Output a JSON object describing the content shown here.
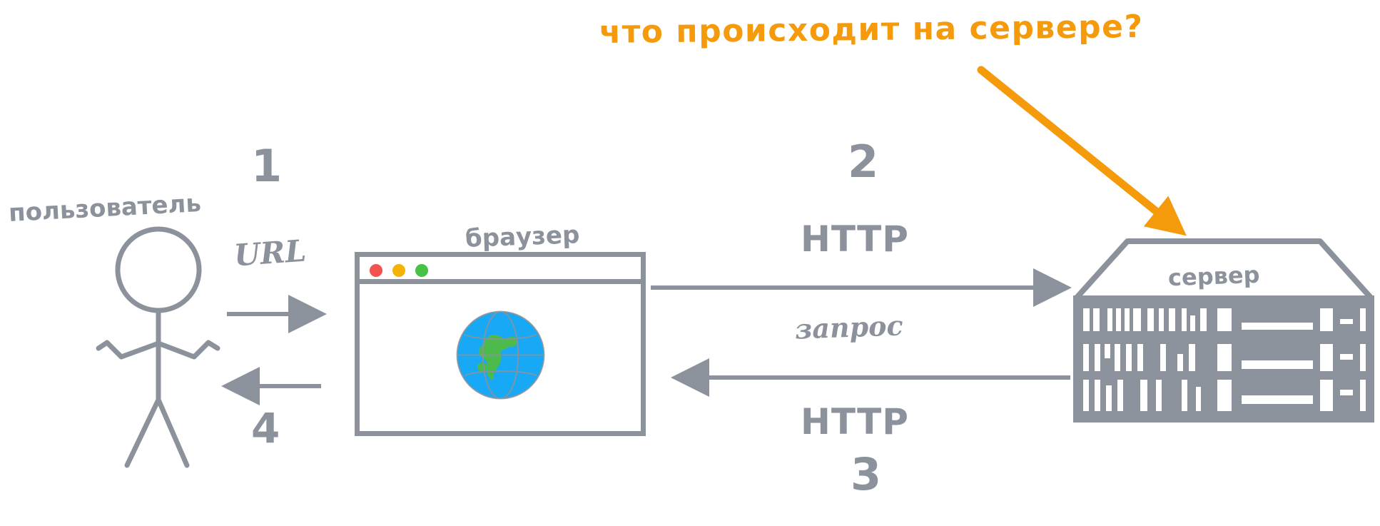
{
  "title": {
    "text": "что происходит на сервере?",
    "color": "#f59a0b"
  },
  "actors": {
    "user_label": "пользователь",
    "browser_label": "браузер",
    "server_label": "сервер"
  },
  "steps": {
    "step1_number": "1",
    "step1_label": "URL",
    "step2_number": "2",
    "step2_label": "HTTP",
    "step2_sublabel": "запрос",
    "step3_number": "3",
    "step3_label": "HTTP",
    "step4_number": "4"
  },
  "browser": {
    "dots": [
      {
        "name": "close",
        "color": "#f4524d"
      },
      {
        "name": "minimize",
        "color": "#f5b301"
      },
      {
        "name": "maximize",
        "color": "#45c247"
      }
    ],
    "content_icon": "globe-icon"
  },
  "colors": {
    "stroke": "#8c929b",
    "accent": "#f59a0b",
    "globe_water": "#17a9f5",
    "globe_land": "#4cbb4c",
    "background": "#ffffff"
  },
  "annotations": {
    "callout_arrow": "orange-arrow-to-server"
  }
}
